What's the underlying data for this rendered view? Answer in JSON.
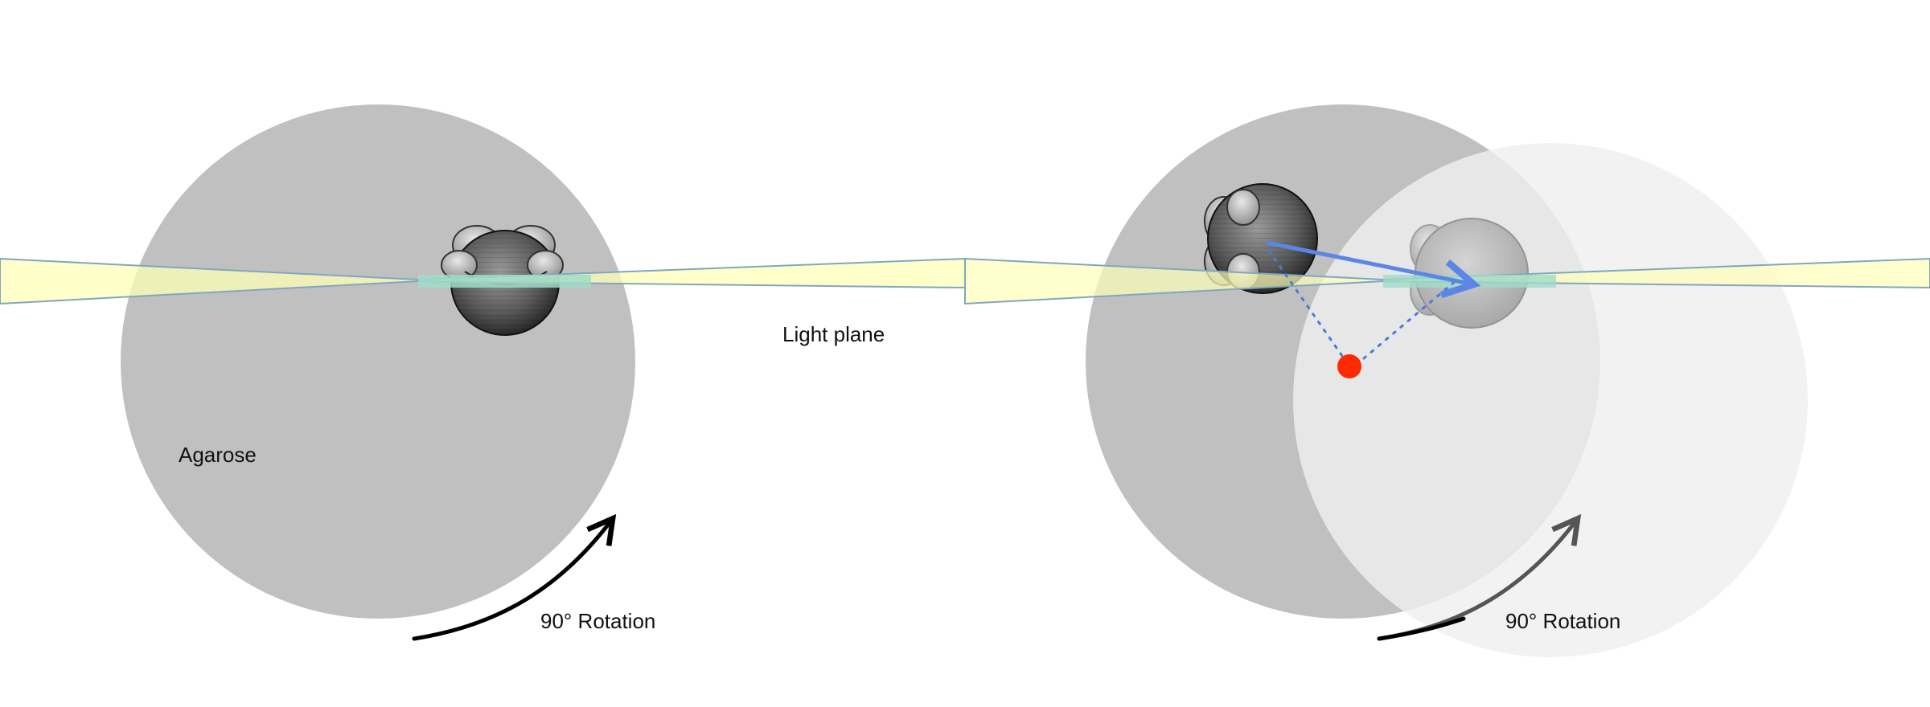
{
  "labels": {
    "agarose": "Agarose",
    "light_plane": "Light plane",
    "rotation_left": "90° Rotation",
    "rotation_right": "90° Rotation"
  },
  "colors": {
    "agarose": "#c0c0c0",
    "agarose_rotated": "#efefef",
    "light_sheet_fill": "#ffffb8",
    "light_sheet_edge": "#7fa7c0",
    "focal_band": "#9fdcc8",
    "translation_arrow": "#5b86e5",
    "rotation_center": "#ff2a00",
    "rotation_arrow": "#000000",
    "rotation_arrow_faded": "#555555"
  },
  "icons": {
    "embryo": "embryo-icon",
    "rotation_center": "rotation-center-dot",
    "rotation_arrow": "curved-arrow-icon",
    "translation_arrow": "arrow-icon"
  }
}
